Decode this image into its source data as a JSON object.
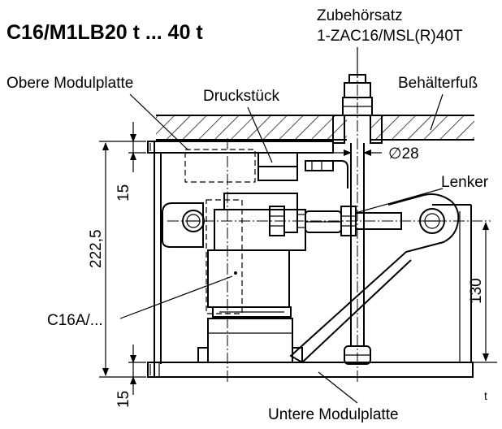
{
  "title": "C16/M1LB20 t ... 40 t",
  "labels": {
    "accessory_line1": "Zubehörsatz",
    "accessory_line2": "1-ZAC16/MSL(R)40T",
    "upper_plate": "Obere Modulplatte",
    "container_foot": "Behälterfuß",
    "pressure_piece": "Druckstück",
    "diameter": "∅28",
    "link": "Lenker",
    "load_cell": "C16A/...",
    "lower_plate": "Untere Modulplatte",
    "corner_mark": "t"
  },
  "dimensions": {
    "upper_plate_thickness": "15",
    "total_height": "222,5",
    "link_height": "130",
    "lower_plate_thickness": "15"
  }
}
